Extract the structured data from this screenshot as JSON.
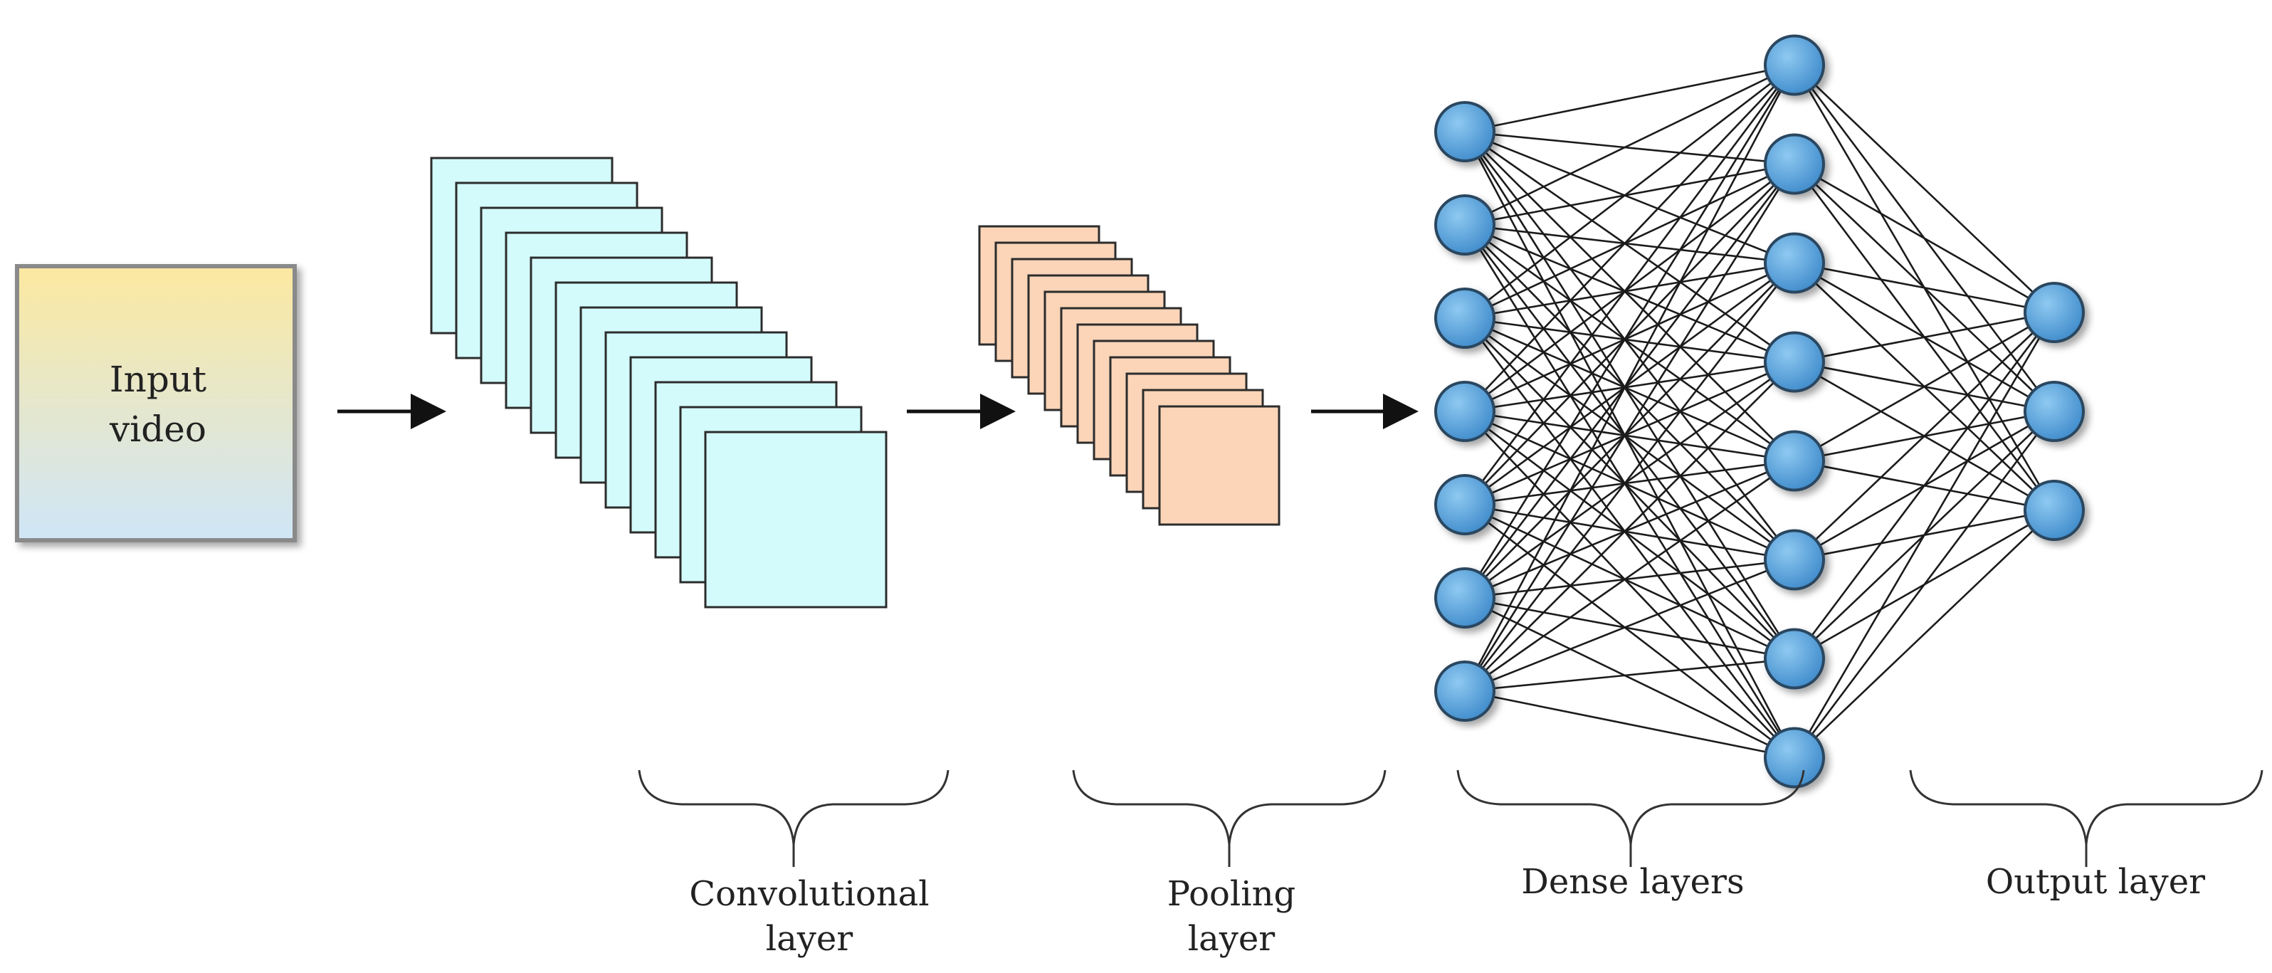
{
  "input": {
    "label_lines": [
      "Input",
      "video"
    ]
  },
  "captions": {
    "conv": [
      "Convolutional",
      "layer"
    ],
    "pool": [
      "Pooling",
      "layer"
    ],
    "dense": [
      "Dense layers"
    ],
    "output": [
      "Output layer"
    ]
  },
  "network": {
    "layer_sizes": [
      7,
      8,
      3
    ],
    "node_color": "#5ba3dc",
    "edge_color": "#1b1b1b"
  },
  "feature_maps": {
    "conv_count": 12,
    "pool_count": 12,
    "conv_color": "#d4fbfb",
    "pool_color": "#fcd5b8",
    "input_gradient": [
      "#fce8a0",
      "#cfe6f8"
    ]
  }
}
